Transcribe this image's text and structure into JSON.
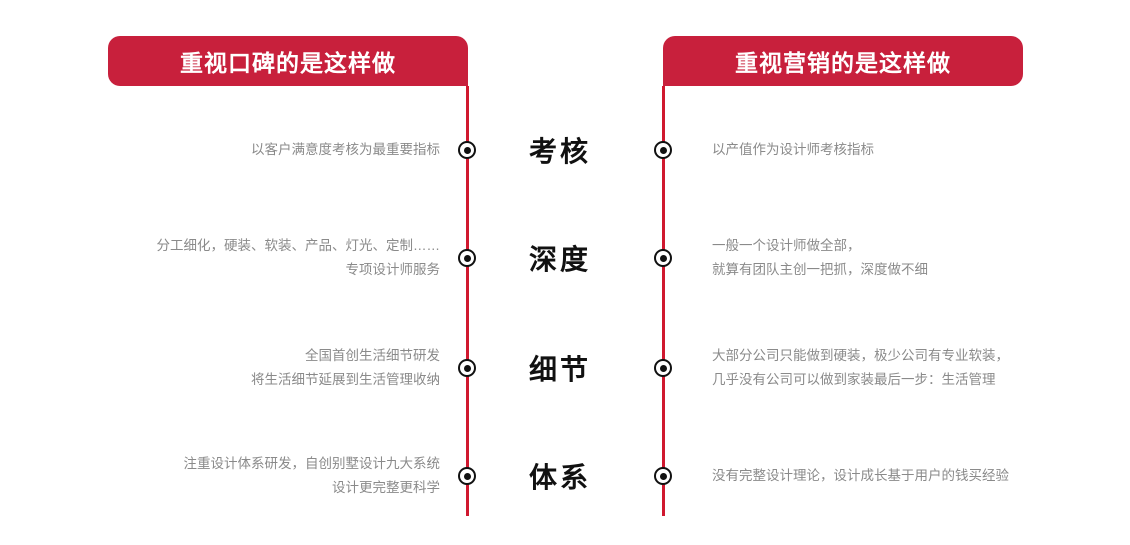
{
  "headers": {
    "left": "重视口碑的是这样做",
    "right": "重视营销的是这样做"
  },
  "colors": {
    "pill_red": "#C8203C",
    "rail_red": "#D0182F",
    "body_text": "#8a8a8a",
    "label_text": "#111111",
    "background": "#ffffff"
  },
  "rows": [
    {
      "label": "考核",
      "left": "以客户满意度考核为最重要指标",
      "right": "以产值作为设计师考核指标"
    },
    {
      "label": "深度",
      "left": "分工细化，硬装、软装、产品、灯光、定制……\n专项设计师服务",
      "right": "一般一个设计师做全部，\n就算有团队主创一把抓，深度做不细"
    },
    {
      "label": "细节",
      "left": "全国首创生活细节研发\n将生活细节延展到生活管理收纳",
      "right": "大部分公司只能做到硬装，极少公司有专业软装，\n几乎没有公司可以做到家装最后一步：生活管理"
    },
    {
      "label": "体系",
      "left": "注重设计体系研发，自创别墅设计九大系统\n设计更完整更科学",
      "right": "没有完整设计理论，设计成长基于用户的钱买经验"
    }
  ]
}
